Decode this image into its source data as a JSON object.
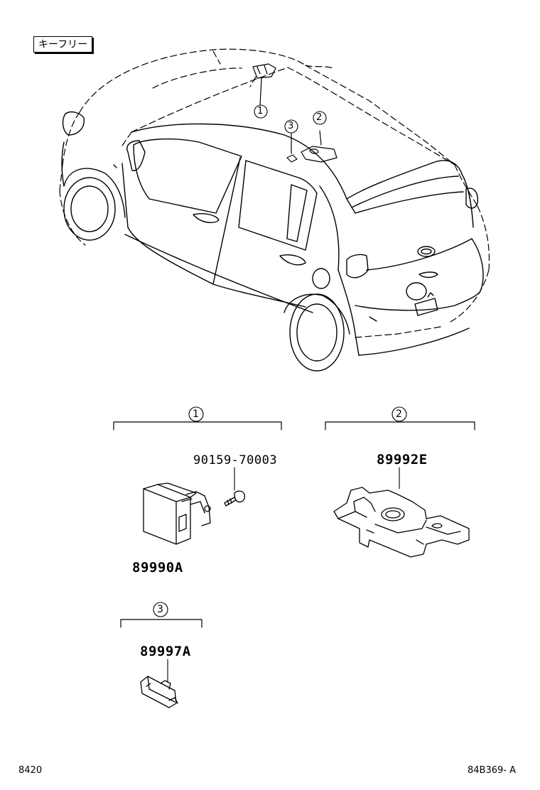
{
  "header": {
    "tag": "キーフリー"
  },
  "callouts": {
    "c1": "1",
    "c2": "2",
    "c3": "3"
  },
  "groups": [
    {
      "callout": "1",
      "parts": [
        "90159-70003",
        "89990A"
      ]
    },
    {
      "callout": "2",
      "parts": [
        "89992E"
      ]
    },
    {
      "callout": "3",
      "parts": [
        "89997A"
      ]
    }
  ],
  "parts": {
    "bolt": "90159-70003",
    "controller": "89990A",
    "bracket": "89992E",
    "antenna": "89997A"
  },
  "footer": {
    "page": "8420",
    "figure": "84B369- A"
  }
}
